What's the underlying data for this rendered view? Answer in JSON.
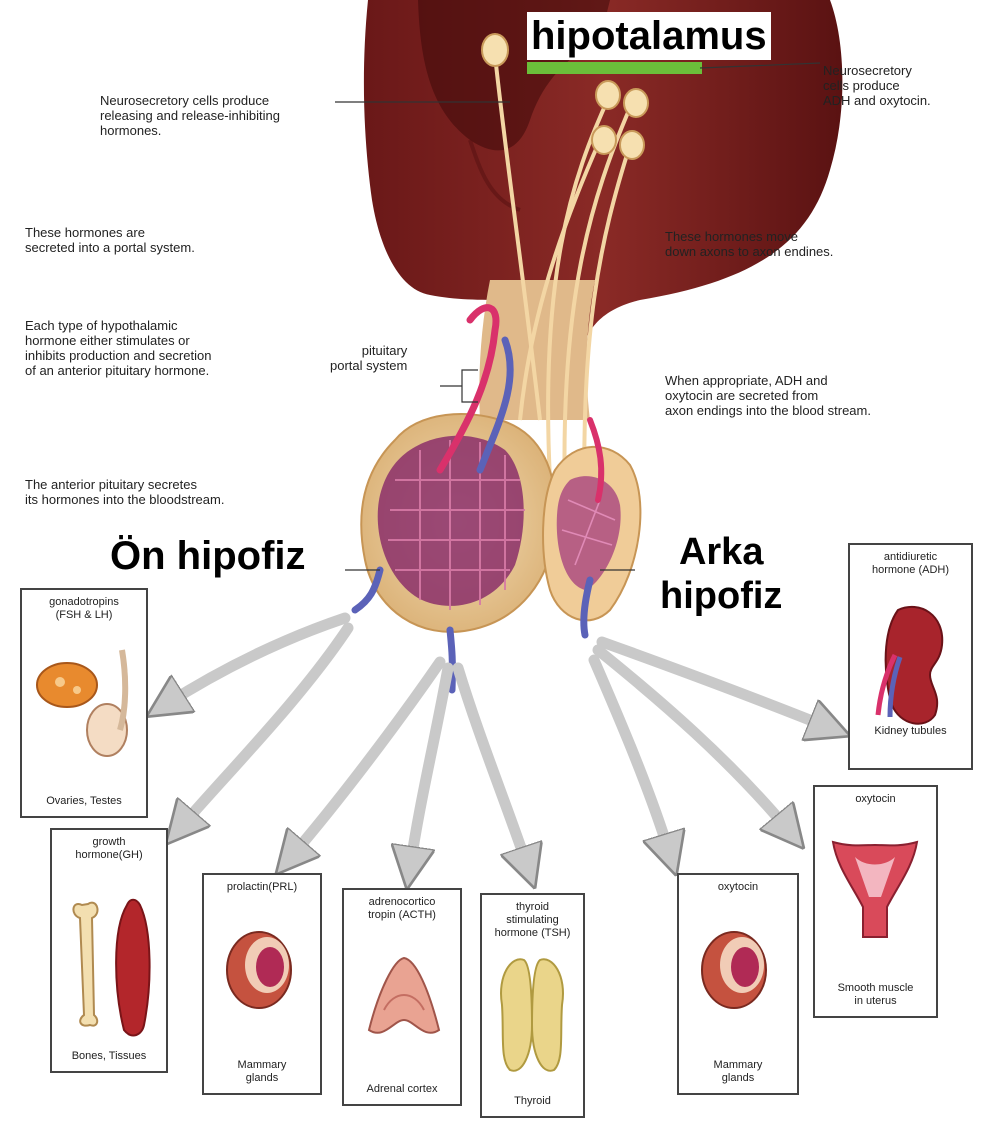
{
  "labels": {
    "hypothalamus": "hipotalamus",
    "anterior": "Ön hipofiz",
    "posterior": "Arka\nhipofiz",
    "portal": "pituitary\nportal system"
  },
  "notes": {
    "left1": "Neurosecretory cells produce\nreleasing and release-inhibiting\nhormones.",
    "left2": "These hormones are\nsecreted into a portal system.",
    "left3": "Each type of hypothalamic\nhormone either stimulates or\ninhibits production and secretion\nof an anterior pituitary hormone.",
    "left4": "The anterior pituitary secretes\nits hormones into the bloodstream.",
    "right1": "Neurosecretory\ncells produce\nADH and oxytocin.",
    "right2": "These hormones move\ndown axons to axon endines.",
    "right3": "When appropriate, ADH and\noxytocin are secreted from\naxon endings into the blood stream."
  },
  "boxes": {
    "gonad": {
      "title": "gonadotropins\n(FSH & LH)",
      "target": "Ovaries, Testes"
    },
    "gh": {
      "title": "growth\nhormone(GH)",
      "target": "Bones, Tissues"
    },
    "prl": {
      "title": "prolactin(PRL)",
      "target": "Mammary\nglands"
    },
    "acth": {
      "title": "adrenocortico\ntropin (ACTH)",
      "target": "Adrenal cortex"
    },
    "tsh": {
      "title": "thyroid\nstimulating\nhormone (TSH)",
      "target": "Thyroid"
    },
    "oxy1": {
      "title": "oxytocin",
      "target": "Mammary\nglands"
    },
    "oxy2": {
      "title": "oxytocin",
      "target": "Smooth muscle\nin uterus"
    },
    "adh": {
      "title": "antidiuretic\nhormone (ADH)",
      "target": "Kidney tubules"
    }
  },
  "colors": {
    "tissue": "#7a1f1f",
    "tissue_light": "#a8403e",
    "gland": "#e7c896",
    "vessel_red": "#d9316b",
    "vessel_blue": "#5b62b8",
    "axon": "#f3d6a4",
    "arrow": "#c9c9c9",
    "label_bar": "#6bbf3a"
  }
}
